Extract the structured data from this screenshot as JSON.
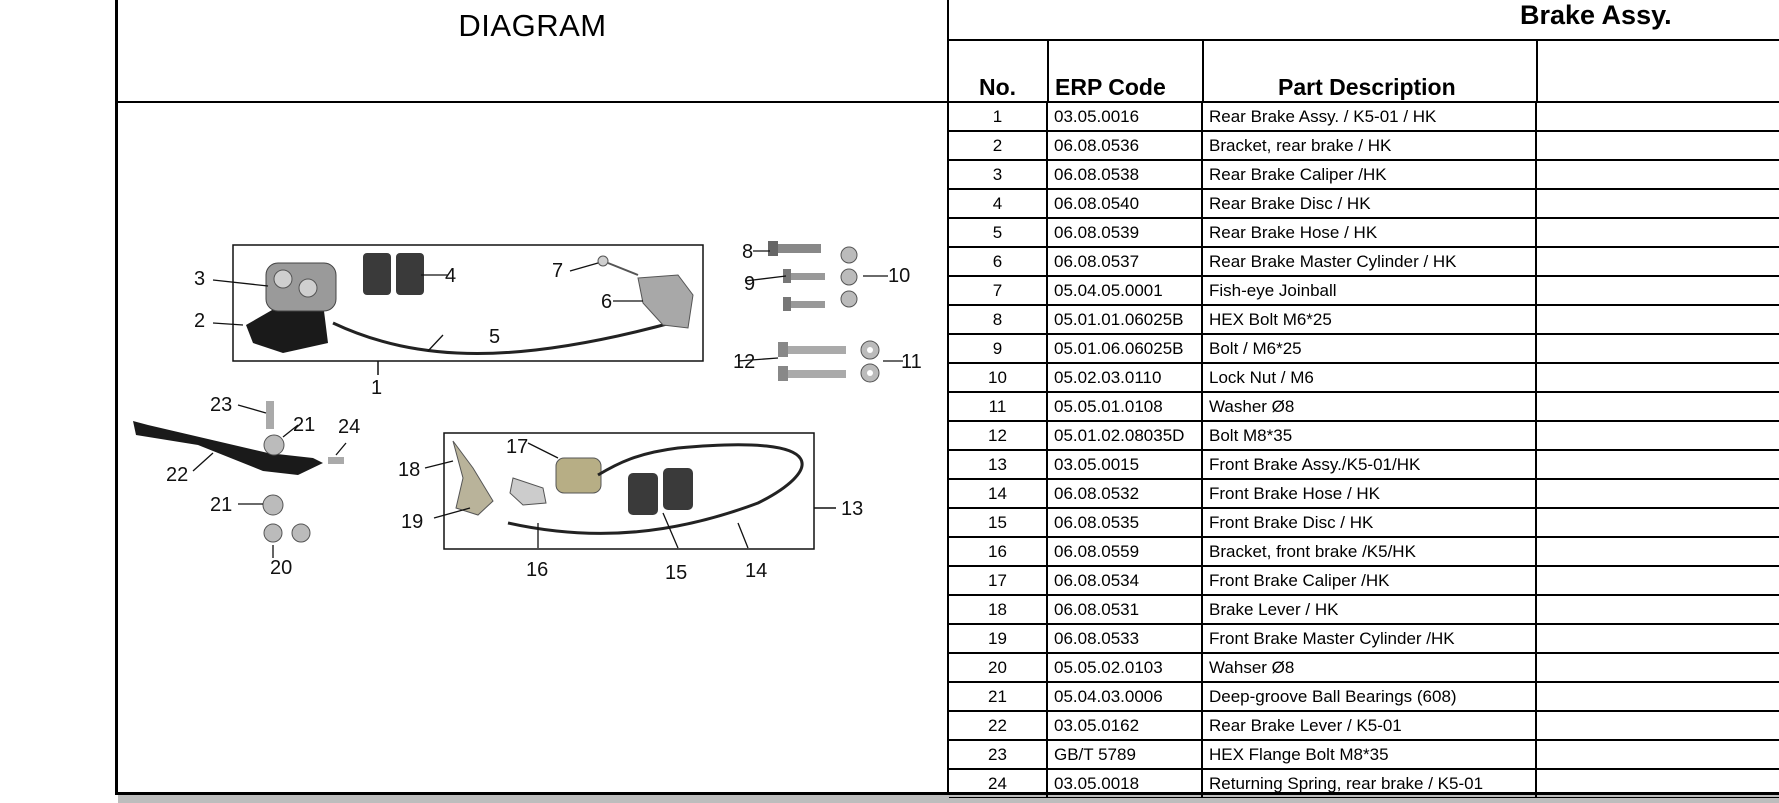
{
  "diagram": {
    "title": "DIAGRAM",
    "callouts": [
      "1",
      "2",
      "3",
      "4",
      "5",
      "6",
      "7",
      "8",
      "9",
      "10",
      "11",
      "12",
      "13",
      "14",
      "15",
      "16",
      "17",
      "18",
      "19",
      "20",
      "21",
      "21",
      "22",
      "23",
      "24"
    ]
  },
  "table": {
    "title": "Brake Assy.",
    "headers": {
      "no": "No.",
      "erp": "ERP Code",
      "desc": "Part Description"
    },
    "rows": [
      {
        "no": "1",
        "erp": "03.05.0016",
        "desc": "Rear Brake  Assy. / K5-01 / HK"
      },
      {
        "no": "2",
        "erp": "06.08.0536",
        "desc": "Bracket, rear brake / HK"
      },
      {
        "no": "3",
        "erp": "06.08.0538",
        "desc": "Rear Brake Caliper /HK"
      },
      {
        "no": "4",
        "erp": "06.08.0540",
        "desc": "Rear Brake Disc / HK"
      },
      {
        "no": "5",
        "erp": "06.08.0539",
        "desc": "Rear Brake Hose / HK"
      },
      {
        "no": "6",
        "erp": "06.08.0537",
        "desc": "Rear Brake Master Cylinder / HK"
      },
      {
        "no": "7",
        "erp": "05.04.05.0001",
        "desc": "Fish-eye Joinball"
      },
      {
        "no": "8",
        "erp": "05.01.01.06025B",
        "desc": "HEX Bolt M6*25"
      },
      {
        "no": "9",
        "erp": "05.01.06.06025B",
        "desc": "Bolt / M6*25"
      },
      {
        "no": "10",
        "erp": "05.02.03.0110",
        "desc": "Lock Nut / M6"
      },
      {
        "no": "11",
        "erp": "05.05.01.0108",
        "desc": "Washer Ø8"
      },
      {
        "no": "12",
        "erp": "05.01.02.08035D",
        "desc": "Bolt M8*35"
      },
      {
        "no": "13",
        "erp": "03.05.0015",
        "desc": "Front Brake Assy./K5-01/HK"
      },
      {
        "no": "14",
        "erp": "06.08.0532",
        "desc": "Front Brake Hose / HK"
      },
      {
        "no": "15",
        "erp": "06.08.0535",
        "desc": "Front Brake Disc / HK"
      },
      {
        "no": "16",
        "erp": "06.08.0559",
        "desc": "Bracket, front brake /K5/HK"
      },
      {
        "no": "17",
        "erp": "06.08.0534",
        "desc": "Front Brake Caliper /HK"
      },
      {
        "no": "18",
        "erp": "06.08.0531",
        "desc": "Brake Lever / HK"
      },
      {
        "no": "19",
        "erp": "06.08.0533",
        "desc": "Front Brake Master Cylinder /HK"
      },
      {
        "no": "20",
        "erp": "05.05.02.0103",
        "desc": "Wahser  Ø8"
      },
      {
        "no": "21",
        "erp": "05.04.03.0006",
        "desc": "Deep-groove Ball Bearings   (608)"
      },
      {
        "no": "22",
        "erp": "03.05.0162",
        "desc": "Rear Brake Lever / K5-01"
      },
      {
        "no": "23",
        "erp": "GB/T 5789",
        "desc": "HEX Flange Bolt M8*35"
      },
      {
        "no": "24",
        "erp": "03.05.0018",
        "desc": "Returning Spring, rear brake / K5-01"
      }
    ]
  }
}
